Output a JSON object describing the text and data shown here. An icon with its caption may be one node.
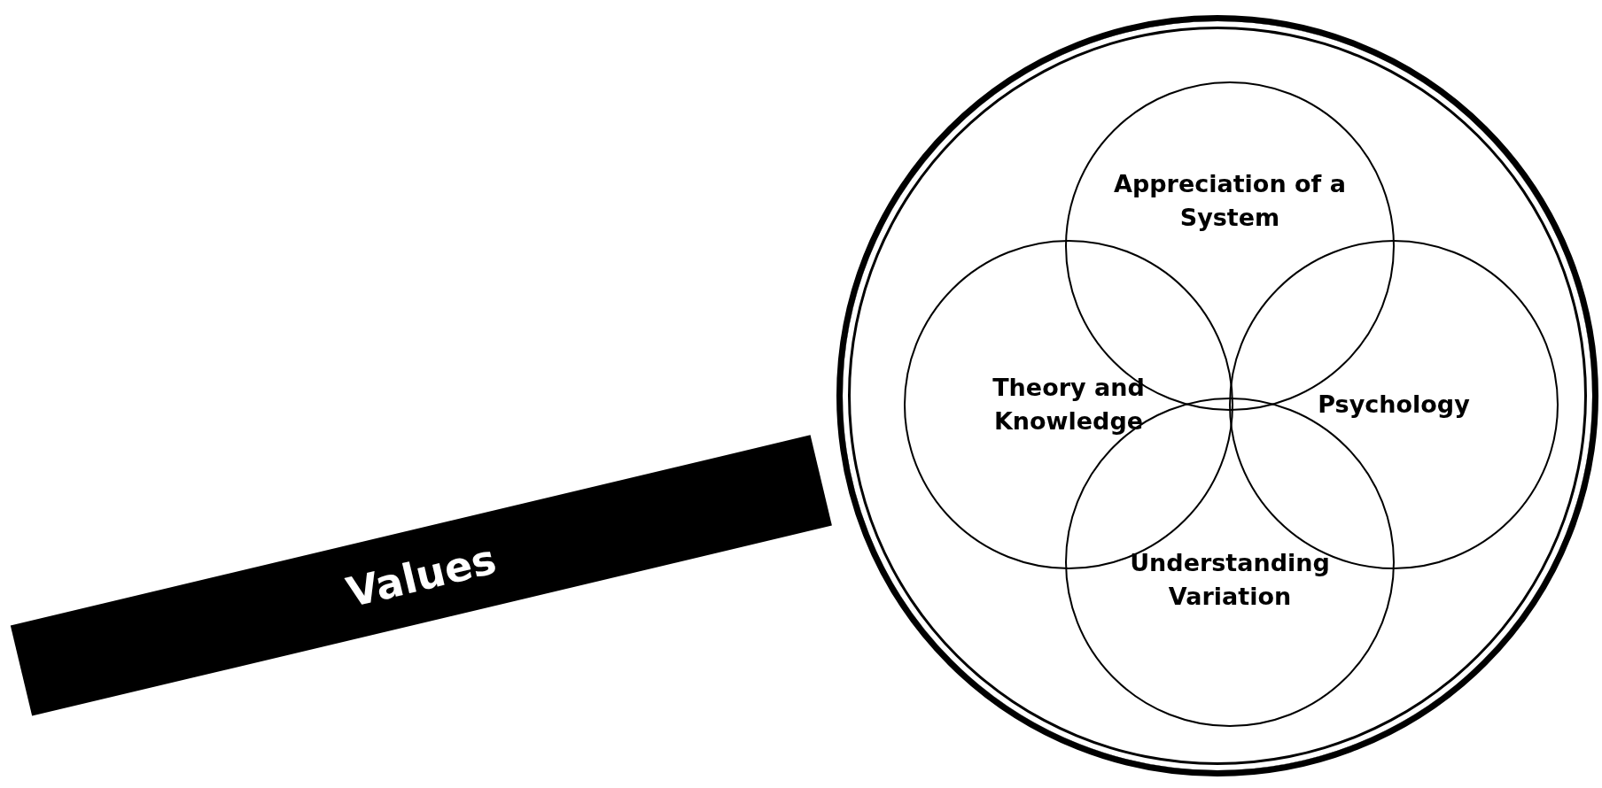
{
  "diagram": {
    "nodes": [
      {
        "text": [],
        "shape": "circle"
      },
      {
        "text": [
          "Appreciation of a System"
        ],
        "in": 0
      },
      {
        "text": [
          "Theory and Knowledge"
        ],
        "in": 0
      },
      {
        "text": [
          "Psychology"
        ],
        "in": 0
      },
      {
        "text": [
          "Understanding Variation"
        ],
        "in": 0
      },
      {
        "text": [
          "Values"
        ]
      }
    ]
  }
}
